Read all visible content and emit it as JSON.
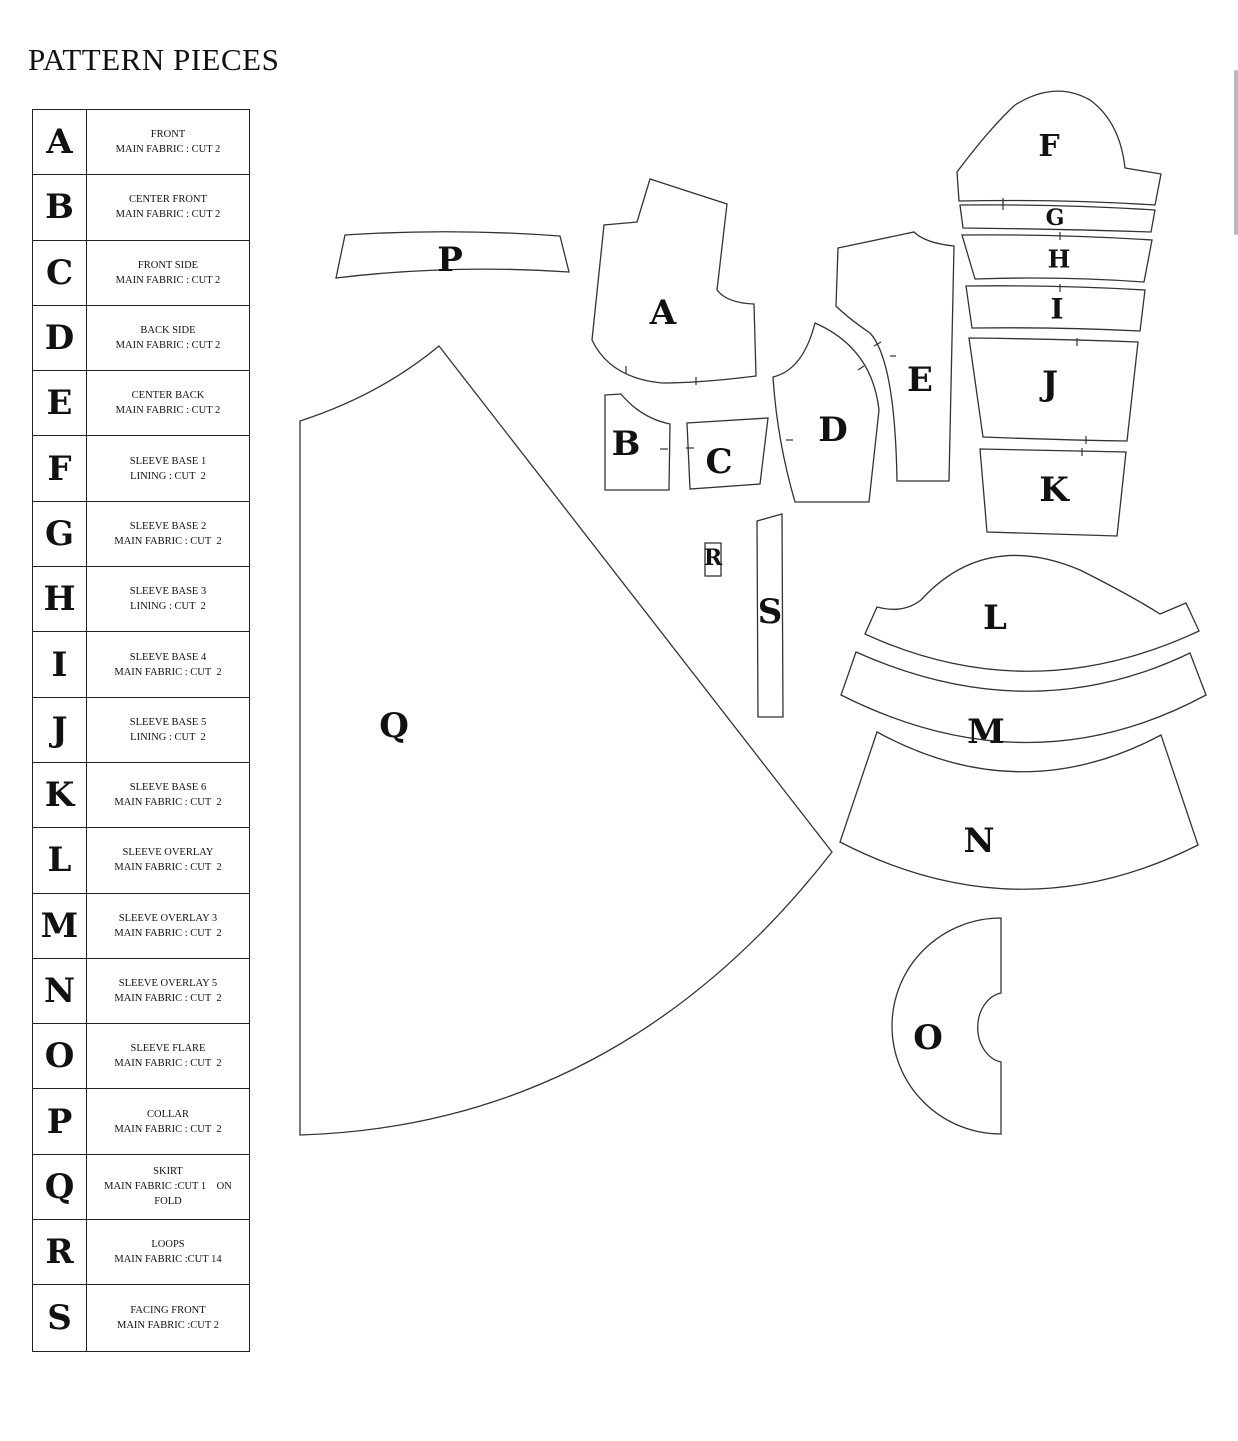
{
  "title": "PATTERN PIECES",
  "legend": [
    {
      "letter": "A",
      "name": "FRONT",
      "cut": "MAIN FABRIC : CUT 2",
      "extra": ""
    },
    {
      "letter": "B",
      "name": "CENTER FRONT",
      "cut": "MAIN FABRIC : CUT 2",
      "extra": ""
    },
    {
      "letter": "C",
      "name": "FRONT SIDE",
      "cut": "MAIN FABRIC : CUT 2",
      "extra": ""
    },
    {
      "letter": "D",
      "name": "BACK SIDE",
      "cut": "MAIN FABRIC : CUT 2",
      "extra": ""
    },
    {
      "letter": "E",
      "name": "CENTER BACK",
      "cut": "MAIN FABRIC : CUT 2",
      "extra": ""
    },
    {
      "letter": "F",
      "name": "SLEEVE BASE 1",
      "cut": "LINING : CUT  2",
      "extra": ""
    },
    {
      "letter": "G",
      "name": "SLEEVE BASE 2",
      "cut": "MAIN FABRIC : CUT  2",
      "extra": ""
    },
    {
      "letter": "H",
      "name": "SLEEVE BASE 3",
      "cut": "LINING : CUT  2",
      "extra": ""
    },
    {
      "letter": "I",
      "name": "SLEEVE BASE 4",
      "cut": "MAIN FABRIC : CUT  2",
      "extra": ""
    },
    {
      "letter": "J",
      "name": "SLEEVE BASE 5",
      "cut": "LINING : CUT  2",
      "extra": ""
    },
    {
      "letter": "K",
      "name": "SLEEVE BASE 6",
      "cut": "MAIN FABRIC : CUT  2",
      "extra": ""
    },
    {
      "letter": "L",
      "name": "SLEEVE OVERLAY",
      "cut": "MAIN FABRIC : CUT  2",
      "extra": ""
    },
    {
      "letter": "M",
      "name": "SLEEVE OVERLAY 3",
      "cut": "MAIN FABRIC : CUT  2",
      "extra": ""
    },
    {
      "letter": "N",
      "name": "SLEEVE OVERLAY 5",
      "cut": "MAIN FABRIC : CUT  2",
      "extra": ""
    },
    {
      "letter": "O",
      "name": "SLEEVE FLARE",
      "cut": "MAIN FABRIC : CUT  2",
      "extra": ""
    },
    {
      "letter": "P",
      "name": "COLLAR",
      "cut": "MAIN FABRIC : CUT  2",
      "extra": ""
    },
    {
      "letter": "Q",
      "name": "SKIRT",
      "cut": "MAIN FABRIC :CUT 1    ON",
      "extra": "FOLD"
    },
    {
      "letter": "R",
      "name": "LOOPS",
      "cut": "MAIN FABRIC :CUT 14",
      "extra": ""
    },
    {
      "letter": "S",
      "name": "FACING FRONT",
      "cut": "MAIN FABRIC :CUT 2",
      "extra": ""
    }
  ],
  "piece_labels": {
    "A": "A",
    "B": "B",
    "C": "C",
    "D": "D",
    "E": "E",
    "F": "F",
    "G": "G",
    "H": "H",
    "I": "I",
    "J": "J",
    "K": "K",
    "L": "L",
    "M": "M",
    "N": "N",
    "O": "O",
    "P": "P",
    "Q": "Q",
    "R": "R",
    "S": "S"
  }
}
